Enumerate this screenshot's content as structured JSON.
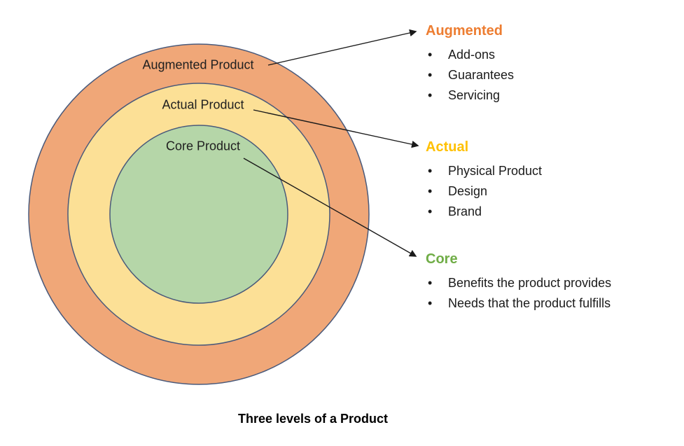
{
  "colors": {
    "ring_stroke": "#4A5A7B",
    "arrow": "#1a1a1a"
  },
  "bullet_glyph": "•",
  "diagram": {
    "caption": "Three levels of a Product",
    "rings": [
      {
        "label": "Augmented Product",
        "fill": "#F0A778"
      },
      {
        "label": "Actual Product",
        "fill": "#FCE096"
      },
      {
        "label": "Core Product",
        "fill": "#B5D6A8"
      }
    ]
  },
  "legend": {
    "sections": [
      {
        "heading": "Augmented",
        "color": "#ED7D31",
        "items": [
          "Add-ons",
          "Guarantees",
          "Servicing"
        ]
      },
      {
        "heading": "Actual",
        "color": "#FFC000",
        "items": [
          "Physical Product",
          "Design",
          "Brand"
        ]
      },
      {
        "heading": "Core",
        "color": "#70AD47",
        "items": [
          "Benefits the product provides",
          "Needs that the product fulfills"
        ]
      }
    ]
  }
}
